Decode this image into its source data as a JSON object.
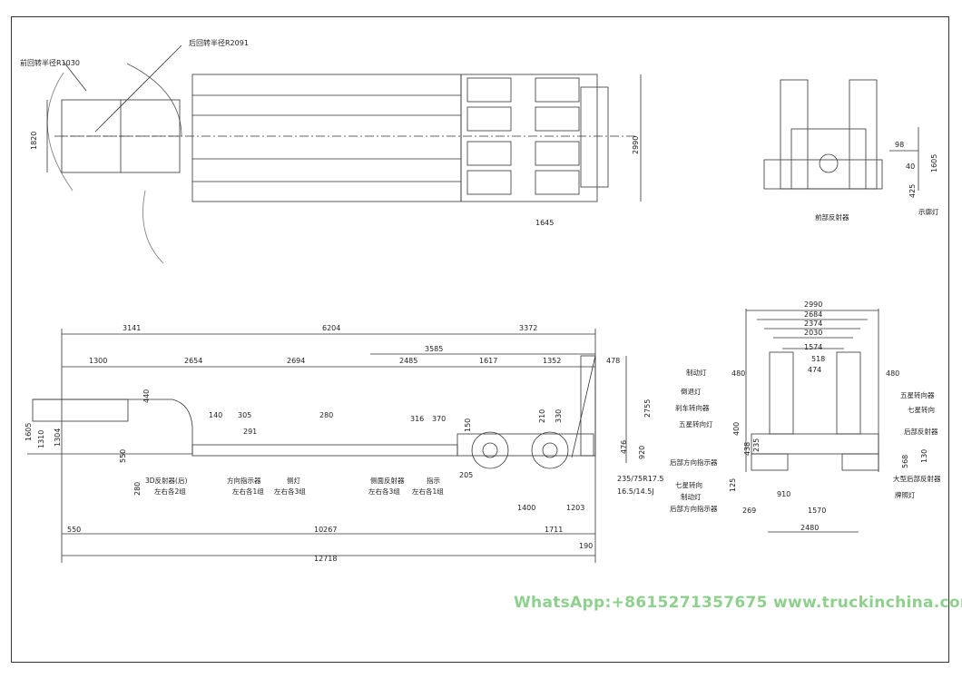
{
  "top_view": {
    "front_radius_label": "前回转半径R1030",
    "rear_radius_label": "后回转半径R2091",
    "width_left": "1820",
    "width_right": "2990",
    "axle_offset": "1645"
  },
  "rear_view_top": {
    "dim_98": "98",
    "dim_40": "40",
    "dim_1605": "1605",
    "dim_425": "425",
    "rear_reflector_label": "前部反射器",
    "clearance_lamp_label": "示廓灯"
  },
  "side_view": {
    "top_dims": [
      "3141",
      "6204",
      "3372"
    ],
    "dim_3585": "3585",
    "second_row": [
      "1300",
      "2654",
      "2694",
      "2485",
      "1617",
      "1352",
      "478"
    ],
    "dim_2755": "2755",
    "left_heights": [
      "1605",
      "1310",
      "1304"
    ],
    "dim_550": "550",
    "dim_280": "280",
    "dim_440": "440",
    "small_dims": [
      "140",
      "305",
      "291",
      "280",
      "316",
      "370",
      "210",
      "330",
      "205",
      "150",
      "476",
      "920"
    ],
    "axle_dims": [
      "1400",
      "1203"
    ],
    "tyre_label_1": "235/75R17.5",
    "tyre_label_2": "16.5/14.5J",
    "bottom_dims": [
      "550",
      "10267",
      "1711"
    ],
    "dim_190": "190",
    "overall_length": "12718",
    "callouts": [
      "3D反射器(后)",
      "左右各2组",
      "方向指示器",
      "左右各1组",
      "侧灯",
      "左右各3组",
      "侧面反射器",
      "左右各3组",
      "指示",
      "左右各1组"
    ]
  },
  "rear_view": {
    "widths": [
      "2990",
      "2684",
      "2374",
      "2030",
      "1574",
      "518",
      "474"
    ],
    "dim_480_left": "480",
    "dim_480_right": "480",
    "left_labels": [
      "制动灯",
      "倒退灯",
      "刹车转向器",
      "五星转向灯",
      "七星转向",
      "制动灯",
      "后部方向指示器"
    ],
    "left_labels_low": [
      "后部方向指示器"
    ],
    "right_labels": [
      "五星转向器",
      "七星转向",
      "后部反射器",
      "大型后部反射器",
      "牌照灯"
    ],
    "dim_130": "130",
    "dim_568": "568",
    "dims_bottom": [
      "910",
      "269",
      "1570"
    ],
    "track": "2480",
    "small_vert": [
      "438",
      "235",
      "400",
      "125"
    ]
  },
  "watermark": "WhatsApp:+8615271357675  www.truckinchina.com"
}
